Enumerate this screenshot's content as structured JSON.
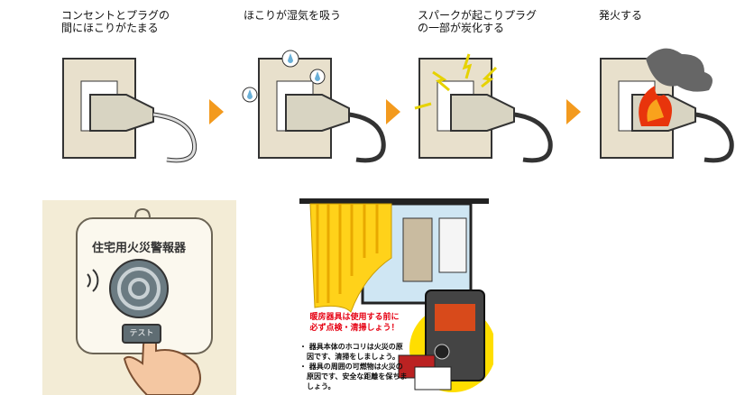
{
  "steps": [
    {
      "title": "コンセントとプラグの\n間にほこりがたまる"
    },
    {
      "title": "ほこりが湿気を吸う"
    },
    {
      "title": "スパークが起こりプラグ\nの一部が炭化する"
    },
    {
      "title": "発火する"
    }
  ],
  "alarm": {
    "title": "住宅用火災警報器",
    "button": "テスト"
  },
  "poster": {
    "warning": "暖房器具は使用する前に\n必ず点検・清掃しょう！",
    "bullets": [
      "・ 器具本体のホコリは火災の原因です、清掃をしましょう。",
      "・ 器具の周囲の可燃物は火災の原因です、安全な距離を保ちましょう。"
    ]
  },
  "colors": {
    "arrow": "#f39a1e",
    "wall": "#e8e0cc",
    "warning": "#e60012"
  }
}
